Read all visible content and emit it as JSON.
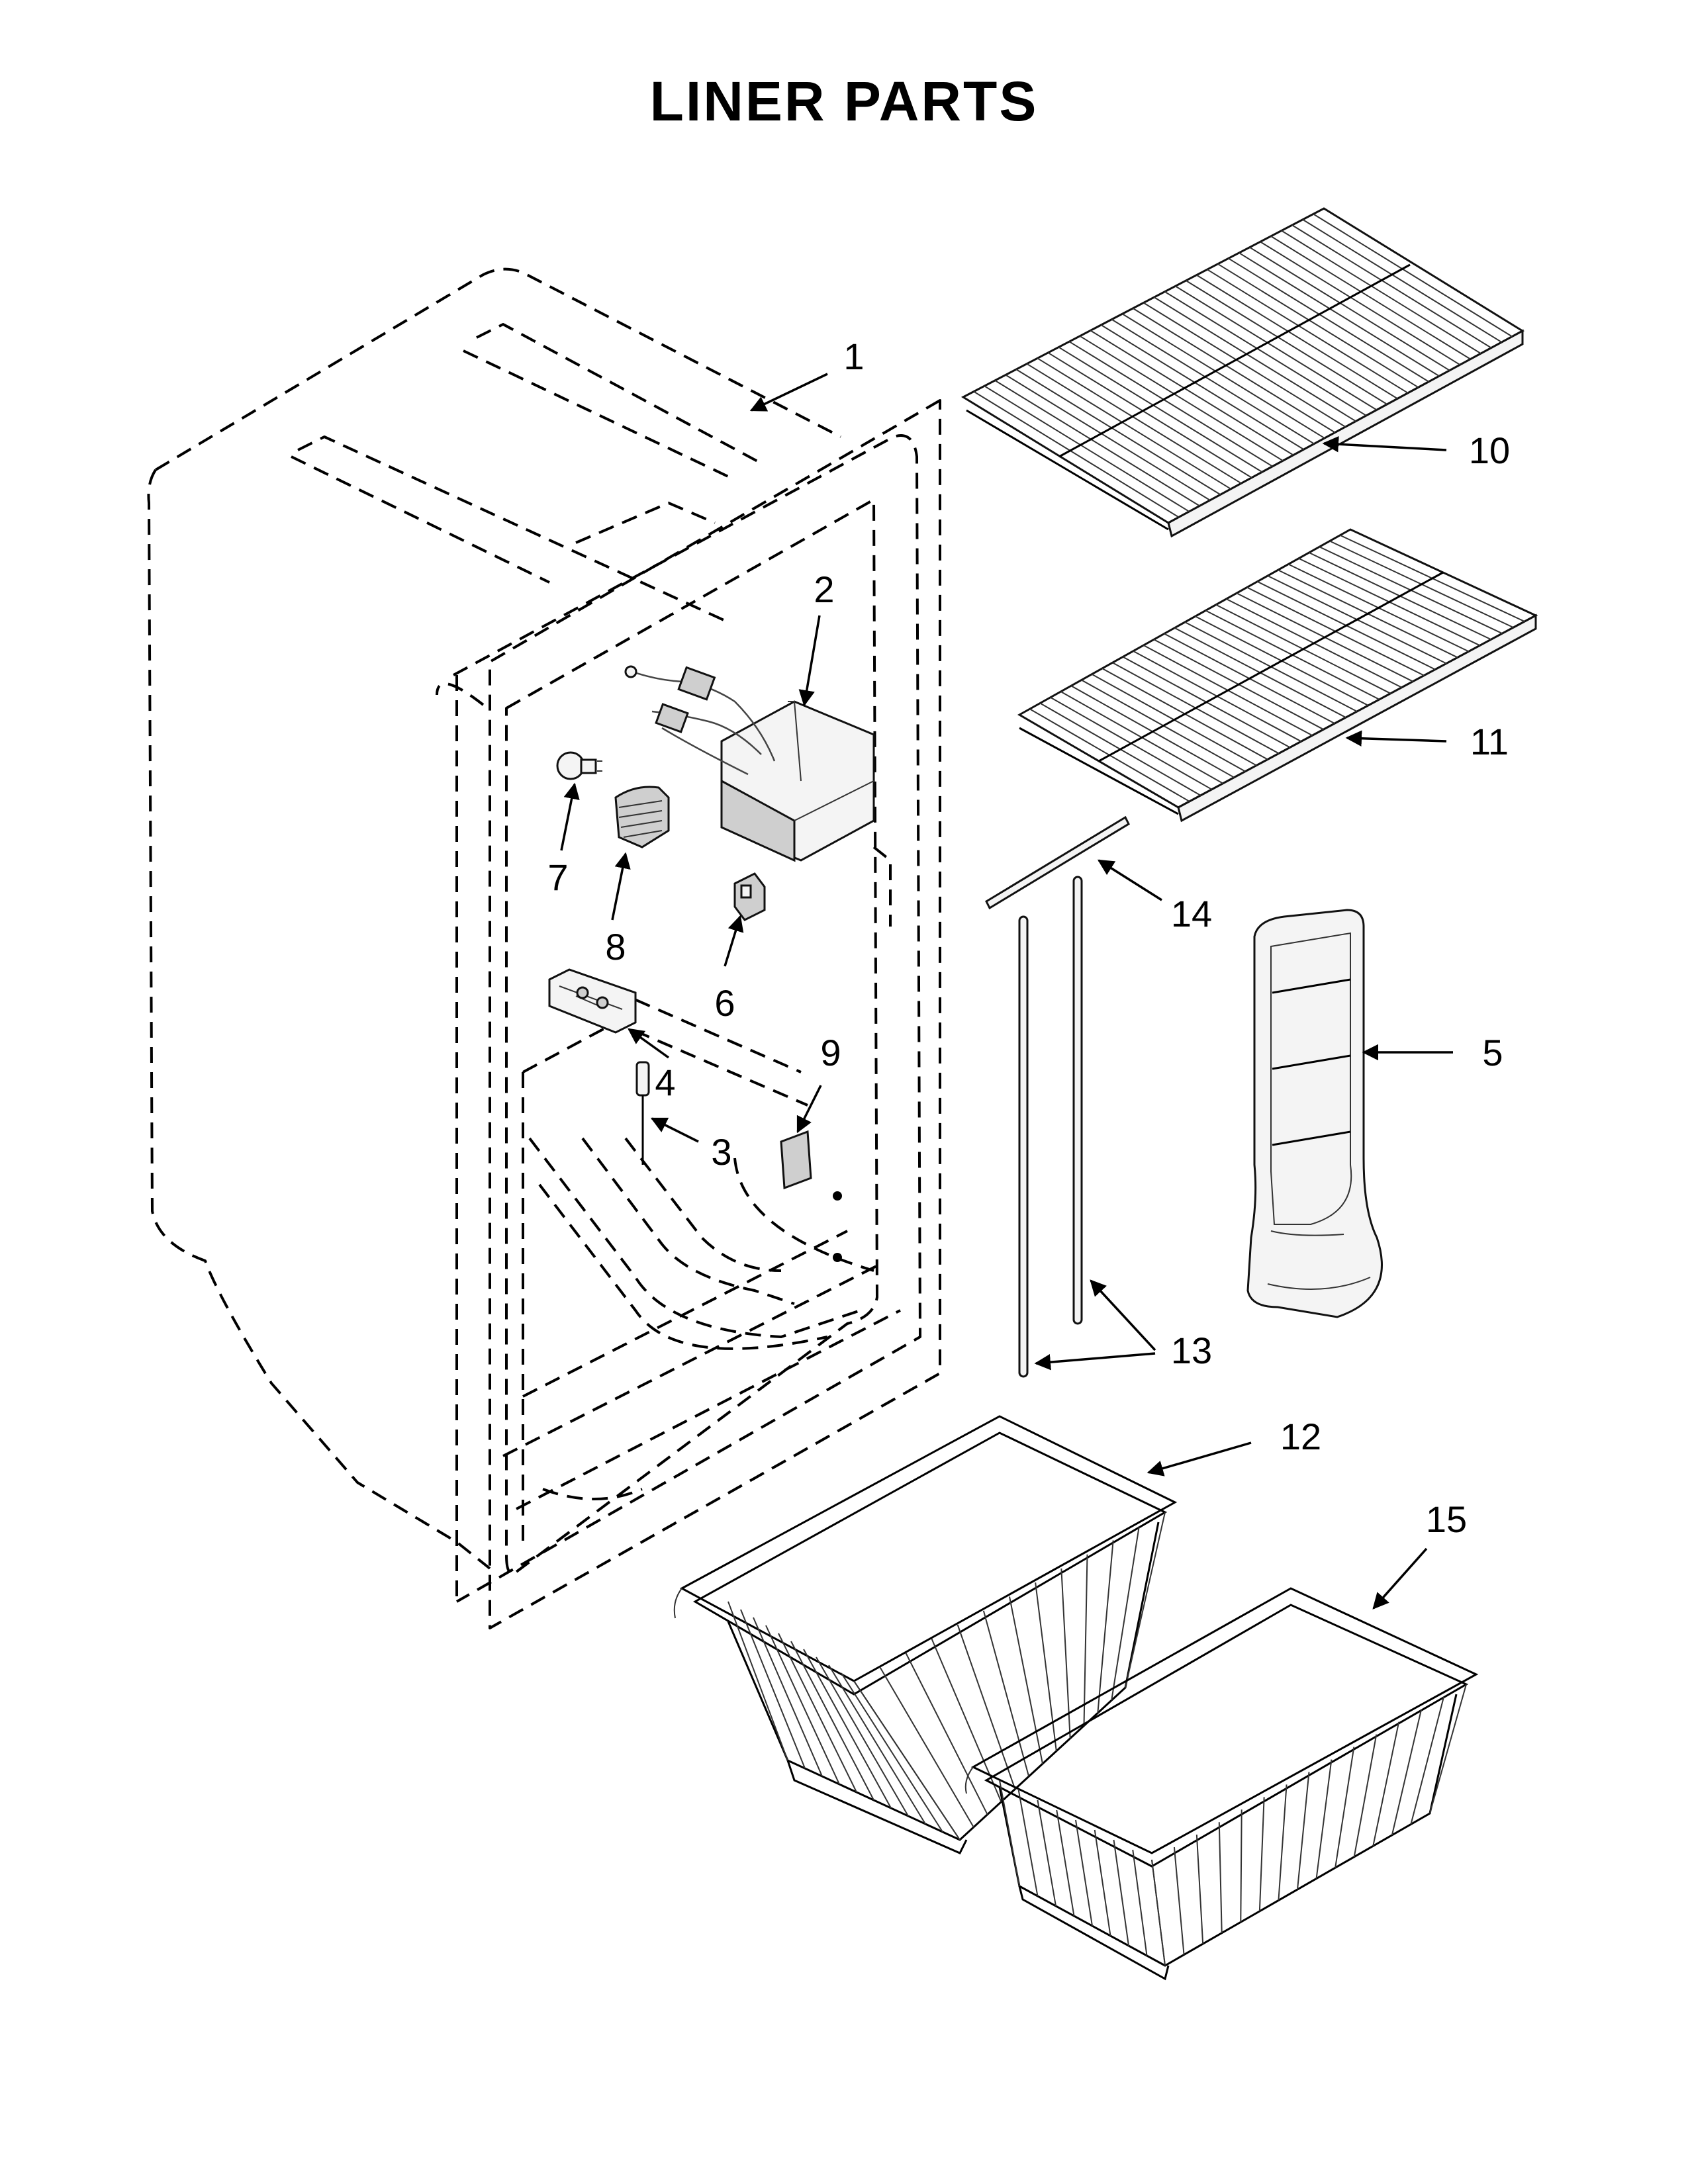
{
  "title": "LINER PARTS",
  "callouts": [
    {
      "id": "1",
      "label": "1"
    },
    {
      "id": "2",
      "label": "2"
    },
    {
      "id": "3",
      "label": "3"
    },
    {
      "id": "4",
      "label": "4"
    },
    {
      "id": "5",
      "label": "5"
    },
    {
      "id": "6",
      "label": "6"
    },
    {
      "id": "7",
      "label": "7"
    },
    {
      "id": "8",
      "label": "8"
    },
    {
      "id": "9",
      "label": "9"
    },
    {
      "id": "10",
      "label": "10"
    },
    {
      "id": "11",
      "label": "11"
    },
    {
      "id": "12",
      "label": "12"
    },
    {
      "id": "13",
      "label": "13"
    },
    {
      "id": "14",
      "label": "14"
    },
    {
      "id": "15",
      "label": "15"
    }
  ]
}
